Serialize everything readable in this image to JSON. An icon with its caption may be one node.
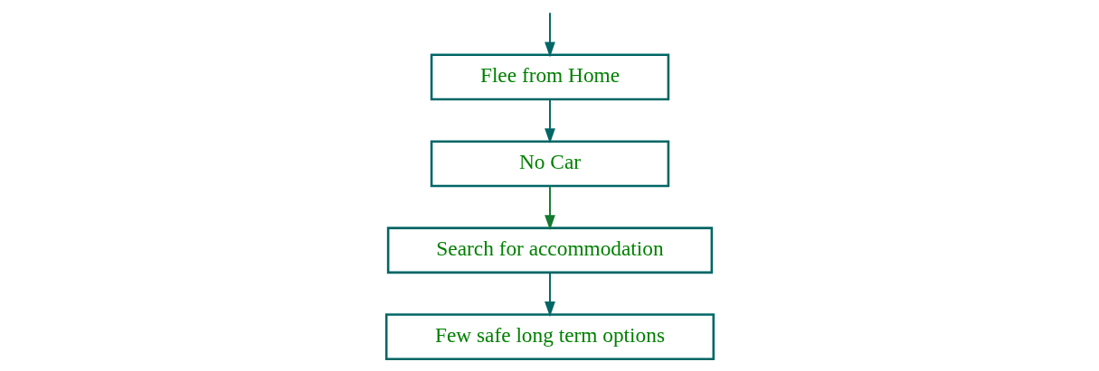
{
  "diagram": {
    "nodes": [
      {
        "text": [
          "Flee from Home"
        ]
      },
      {
        "text": [
          "No Car"
        ]
      },
      {
        "text": [
          "Search for accommodation"
        ]
      },
      {
        "text": [
          "Few safe long term options"
        ]
      }
    ],
    "edges": [
      {
        "from": null,
        "to": 0,
        "arrow": "to"
      },
      {
        "from": 0,
        "to": 1,
        "arrow": "to"
      },
      {
        "from": 1,
        "to": 2,
        "arrow": "to",
        "color": "#137a2f"
      },
      {
        "from": 2,
        "to": 3,
        "arrow": "to"
      }
    ]
  }
}
